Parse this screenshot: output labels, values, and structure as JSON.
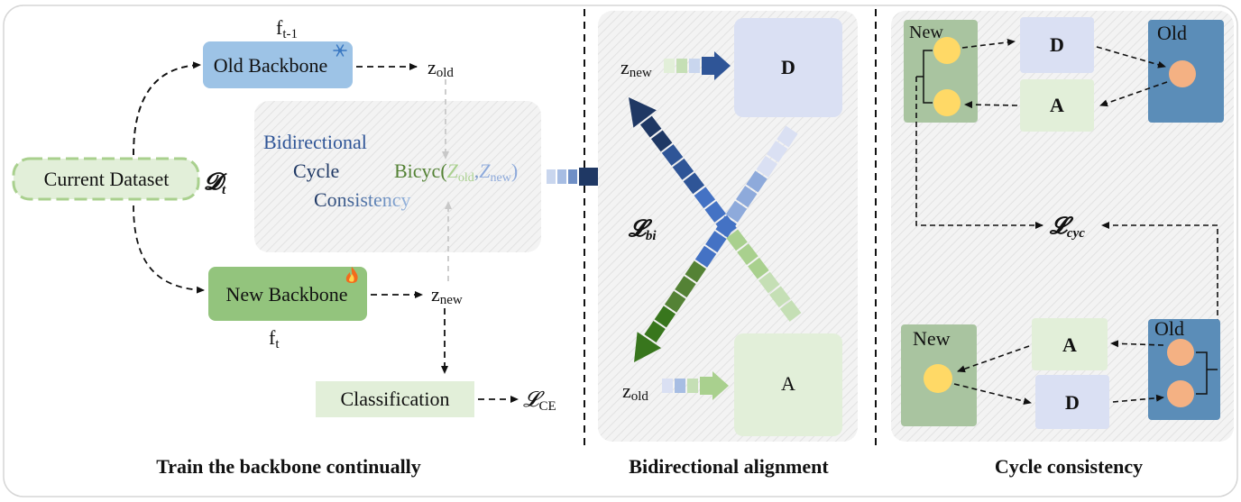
{
  "left_panel": {
    "caption": "Train the backbone continually",
    "current_dataset": "Current Dataset",
    "dataset_symbol": "𝓓",
    "dataset_sub": "t",
    "old_backbone": "Old Backbone",
    "new_backbone": "New Backbone",
    "f_old": "f",
    "f_old_sub": "t-1",
    "f_new": "f",
    "f_new_sub": "t",
    "z_old": "z",
    "z_old_sub": "old",
    "z_new": "z",
    "z_new_sub": "new",
    "classification": "Classification",
    "loss_ce": "𝓛",
    "loss_ce_sub": "CE",
    "bicyc_line1": "Bidirectional",
    "bicyc_line2": "Cycle",
    "bicyc_line3": "Consistency",
    "bicyc_func": "Bicyc(",
    "bicyc_z1": "Z",
    "bicyc_z1_sub": "old",
    "bicyc_comma": ",",
    "bicyc_z2": "Z",
    "bicyc_z2_sub": "new",
    "bicyc_close": ")"
  },
  "middle_panel": {
    "caption": "Bidirectional alignment",
    "z_new": "z",
    "z_new_sub": "new",
    "z_old": "z",
    "z_old_sub": "old",
    "d_label": "D",
    "a_label": "A",
    "loss_bi": "𝓛",
    "loss_bi_sub": "bi"
  },
  "right_panel": {
    "caption": "Cycle consistency",
    "top_new": "New",
    "top_old": "Old",
    "top_d": "D",
    "top_a": "A",
    "bottom_new": "New",
    "bottom_old": "Old",
    "bottom_a": "A",
    "bottom_d": "D",
    "loss_cyc": "𝓛",
    "loss_cyc_sub": "cyc"
  },
  "icons": {
    "frozen": "snowflake-icon",
    "trainable": "fire-icon"
  },
  "colors": {
    "old_backbone": "#9dc3e6",
    "new_backbone": "#93c47d",
    "dataset_fill": "#e2efd9",
    "classification": "#e2efd9",
    "d_box": "#dae0f3",
    "a_box": "#e2efd9",
    "new_node": "#a9c4a0",
    "old_node": "#5b8db8",
    "yellow_dot": "#ffd966",
    "orange_dot": "#f4b183",
    "dark_blue": "#1f3864",
    "dark_green": "#38761d"
  }
}
